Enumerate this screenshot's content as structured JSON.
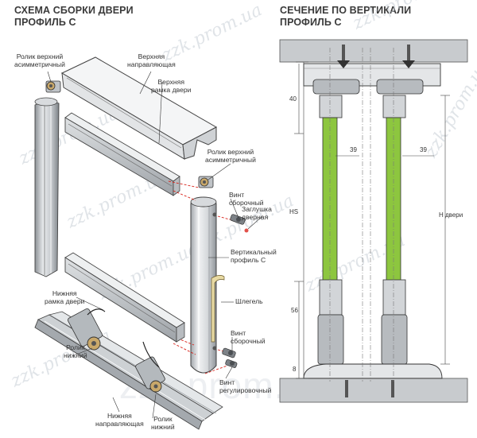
{
  "titles": {
    "left_line1": "СХЕМА СБОРКИ ДВЕРИ",
    "left_line2": "ПРОФИЛЬ С",
    "right_line1": "СЕЧЕНИЕ ПО ВЕРТИКАЛИ",
    "right_line2": "ПРОФИЛЬ С"
  },
  "labels": {
    "roller_top_asym_1_l1": "Ролик верхний",
    "roller_top_asym_1_l2": "асимметричный",
    "top_guide_l1": "Верхняя",
    "top_guide_l2": "направляющая",
    "top_frame_l1": "Верхняя",
    "top_frame_l2": "рамка двери",
    "roller_top_asym_2_l1": "Ролик верхний",
    "roller_top_asym_2_l2": "асимметричный",
    "screw_assembly_1_l1": "Винт",
    "screw_assembly_1_l2": "сборочный",
    "cap_l1": "Заглушка",
    "cap_l2": "дверная",
    "vertical_profile_l1": "Вертикальный",
    "vertical_profile_l2": "профиль С",
    "schlegel": "Шлегель",
    "bottom_frame_l1": "Нижняя",
    "bottom_frame_l2": "рамка двери",
    "screw_assembly_2_l1": "Винт",
    "screw_assembly_2_l2": "сборочный",
    "roller_bottom_1_l1": "Ролик",
    "roller_bottom_1_l2": "нижний",
    "screw_adjust_l1": "Винт",
    "screw_adjust_l2": "регулировочный",
    "bottom_guide_l1": "Нижняя",
    "bottom_guide_l2": "направляющая",
    "roller_bottom_2_l1": "Ролик",
    "roller_bottom_2_l2": "нижний"
  },
  "dimensions": {
    "d40": "40",
    "d39_left": "39",
    "d39_right": "39",
    "hs": "HS",
    "h_door": "H двери",
    "d56": "56",
    "d8": "8"
  },
  "watermarks": {
    "small": "zzk.prom.ua",
    "big": "zzk.prom.ua"
  },
  "colors": {
    "glass_green": "#8dc63f",
    "profile_gray": "#b9bdc1",
    "title_gray": "#3a3a3a",
    "cut_red": "#d9241c"
  }
}
